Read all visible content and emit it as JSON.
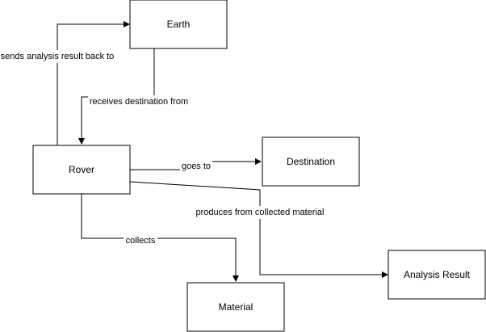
{
  "nodes": {
    "earth": "Earth",
    "rover": "Rover",
    "destination": "Destination",
    "material": "Material",
    "analysis_result": "Analysis Result"
  },
  "edges": {
    "rover_to_earth": "sends analysis result back to",
    "earth_to_rover": "receives destination from",
    "rover_to_destination": "goes to",
    "rover_to_analysis": "produces from collected material",
    "rover_to_material": "collects"
  }
}
